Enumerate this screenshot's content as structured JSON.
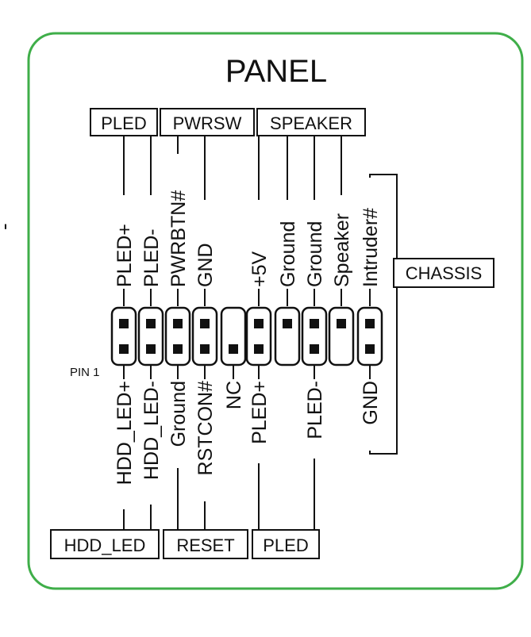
{
  "panel": {
    "title": "PANEL",
    "border_color": "#3fae49",
    "pin1_label": "PIN 1",
    "side_mark": "-"
  },
  "top_groups": [
    "PLED",
    "PWRSW",
    "SPEAKER"
  ],
  "top_pins": [
    "PLED+",
    "PLED-",
    "PWRBTN#",
    "GND",
    "+5V",
    "Ground",
    "Ground",
    "Speaker",
    "Intruder#"
  ],
  "bottom_pins": [
    "HDD_LED+",
    "HDD_LED-",
    "Ground",
    "RSTCON#",
    "NC",
    "PLED+",
    "",
    "PLED-",
    "",
    "GND"
  ],
  "bottom_groups": [
    "HDD_LED",
    "RESET",
    "PLED"
  ],
  "chassis_label": "CHASSIS",
  "connector": {
    "columns": 10,
    "top_row_present": [
      true,
      true,
      true,
      true,
      false,
      true,
      true,
      true,
      true,
      true
    ],
    "bottom_row_present": [
      true,
      true,
      true,
      true,
      true,
      true,
      false,
      true,
      false,
      true
    ]
  }
}
